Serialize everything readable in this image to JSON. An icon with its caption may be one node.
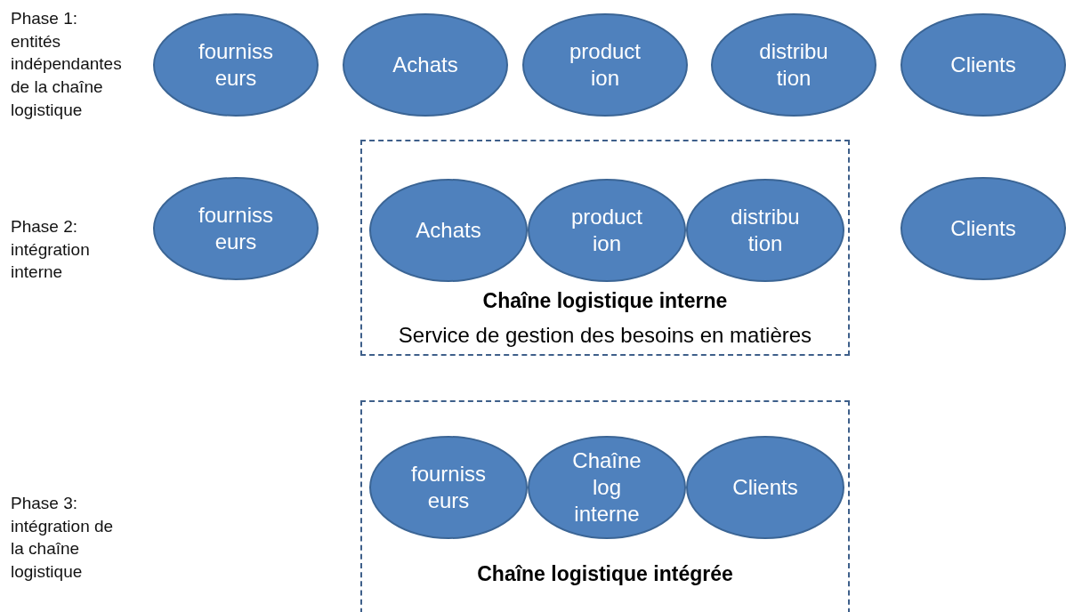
{
  "diagram": {
    "nodes": [
      {
        "text": [
          "fourniss eurs"
        ]
      },
      {
        "text": [
          "Achats"
        ]
      },
      {
        "text": [
          "product ion"
        ]
      },
      {
        "text": [
          "distribu tion"
        ]
      },
      {
        "text": [
          "Clients"
        ]
      },
      {
        "text": [
          "fourniss eurs"
        ]
      },
      {
        "text": [
          "Chaîne logistique interne",
          "Service de gestion des besoins en matières"
        ]
      },
      {
        "text": [
          "Achats"
        ],
        "in": 6
      },
      {
        "text": [
          "product ion"
        ],
        "in": 6
      },
      {
        "text": [
          "distribu tion"
        ],
        "in": 6
      },
      {
        "text": [
          "Clients"
        ]
      },
      {
        "text": [
          "Chaîne logistique intégrée"
        ]
      },
      {
        "text": [
          "fourniss eurs"
        ],
        "in": 11
      },
      {
        "text": [
          "Chaîne log interne"
        ],
        "in": 11
      },
      {
        "text": [
          "Clients"
        ],
        "in": 11
      }
    ],
    "labels": [
      "Phase 1: entités indépendantes de la chaîne logistique",
      "Phase 2: intégration interne",
      "Phase 3: intégration de la chaîne logistique"
    ]
  }
}
